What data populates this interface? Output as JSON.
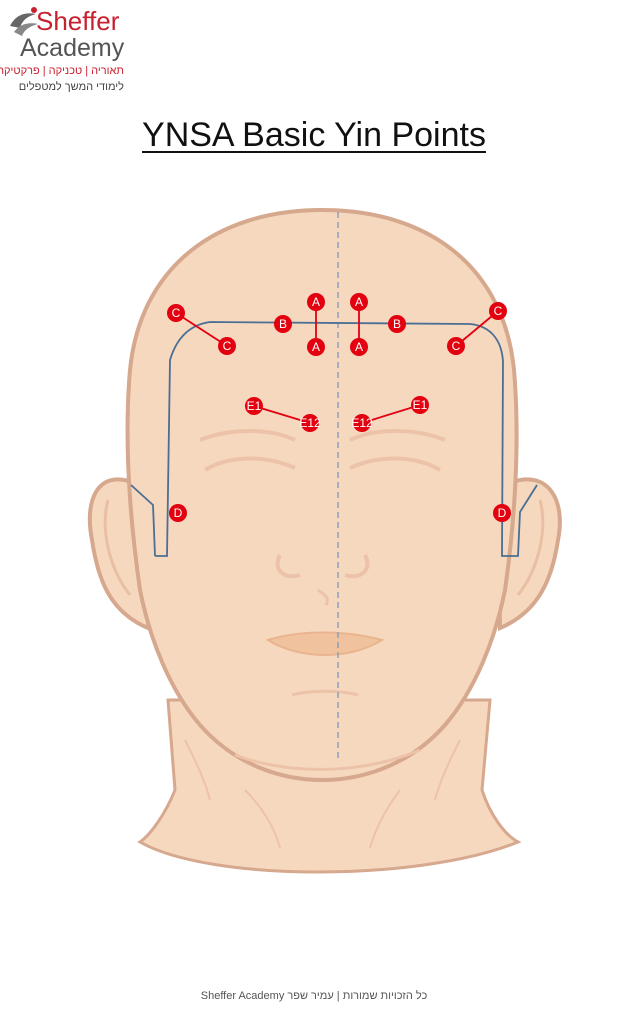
{
  "logo": {
    "name": "Sheffer",
    "sub": "Academy",
    "tagline": "תאוריה | טכניקה | פרקטיקה",
    "tagline2": "לימודי המשך למטפלים"
  },
  "title": "YNSA Basic Yin Points",
  "points": {
    "a": "A",
    "b": "B",
    "c": "C",
    "d": "D",
    "e1": "E1",
    "e12": "E12"
  },
  "footer": "כל הזכויות שמורות | עמיר שפר Sheffer Academy",
  "colors": {
    "skin": "#f6d8bf",
    "outline": "#d6a88d",
    "point": "#e3000f",
    "zone_line": "#4a6f94",
    "brand": "#c8202e"
  }
}
